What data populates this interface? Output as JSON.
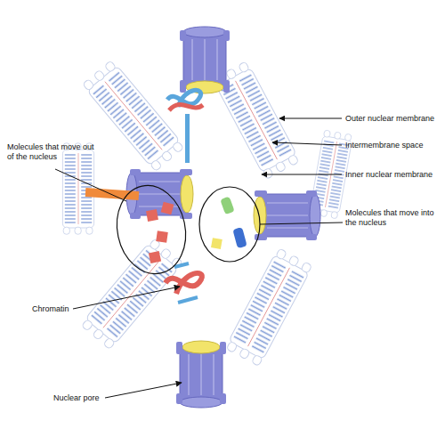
{
  "diagram": {
    "labels": [
      "Outer nuclear membrane",
      "Intermembrane space",
      "Inner nuclear membrane",
      "Molecules that move out of the nucleus",
      "Molecules that move into the nucleus",
      "Chromatin",
      "Nuclear pore"
    ]
  }
}
